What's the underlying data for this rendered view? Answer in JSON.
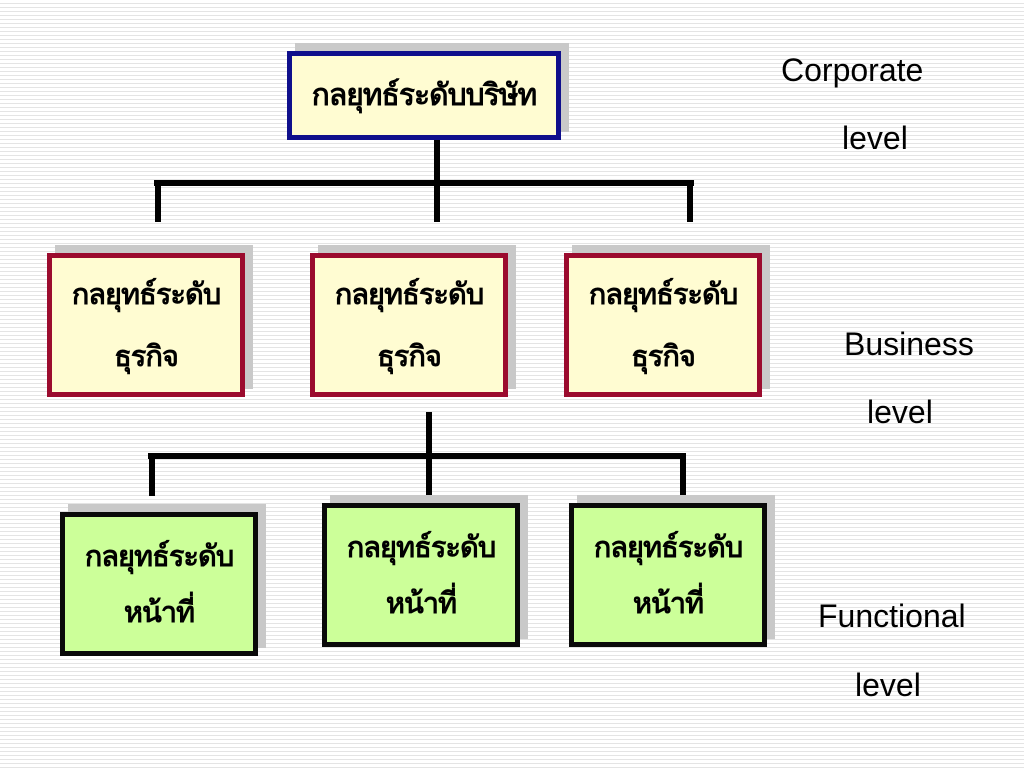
{
  "corporate_box": {
    "label": "กลยุทธ์ระดับบริษัท",
    "fill": "#fffcd2",
    "border": "#0f0f8c"
  },
  "business_boxes": [
    {
      "line1": "กลยุทธ์ระดับ",
      "line2": "ธุรกิจ"
    },
    {
      "line1": "กลยุทธ์ระดับ",
      "line2": "ธุรกิจ"
    },
    {
      "line1": "กลยุทธ์ระดับ",
      "line2": "ธุรกิจ"
    }
  ],
  "business_style": {
    "fill": "#fffcd2",
    "border": "#9b0b2e"
  },
  "functional_boxes": [
    {
      "line1": "กลยุทธ์ระดับ",
      "line2": "หน้าที่"
    },
    {
      "line1": "กลยุทธ์ระดับ",
      "line2": "หน้าที่"
    },
    {
      "line1": "กลยุทธ์ระดับ",
      "line2": "หน้าที่"
    }
  ],
  "functional_style": {
    "fill": "#ccff99",
    "border": "#0a0a0a"
  },
  "levels": {
    "corporate": {
      "line1": "Corporate",
      "line2": "level"
    },
    "business": {
      "line1": "Business",
      "line2": "level"
    },
    "functional": {
      "line1": "Functional",
      "line2": "level"
    }
  },
  "connector_color": "#000000"
}
